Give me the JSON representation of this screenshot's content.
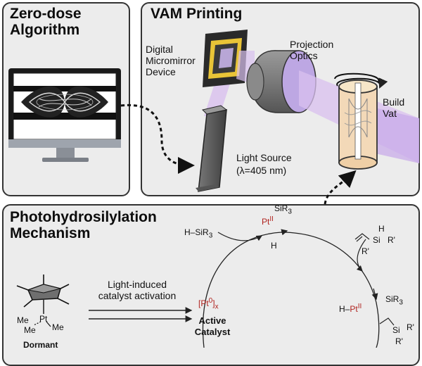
{
  "panels": {
    "algorithm": {
      "title": "Zero-dose\nAlgorithm"
    },
    "vam": {
      "title": "VAM Printing"
    },
    "mechanism": {
      "title": "Photohydrosilylation\nMechanism"
    }
  },
  "vam_labels": {
    "dmd": "Digital\nMicromirror\nDevice",
    "optics": "Projection\nOptics",
    "vat": "Build\nVat",
    "light_source": "Light Source",
    "wavelength": "(λ=405 nm)"
  },
  "mechanism_labels": {
    "activation": "Light-induced\ncatalyst activation",
    "active_catalyst": "Active\nCatalyst",
    "dormant": "Dormant"
  },
  "chemistry": {
    "hsir3": "H–SiR",
    "hsir3_sub": "3",
    "sir3_top": "SiR",
    "sir3_top_sub": "3",
    "pt_top": "Pt",
    "pt_top_sup": "II",
    "h_top": "H",
    "vinyl_h": "H",
    "vinyl_si": "Si",
    "vinyl_r1": "R'",
    "vinyl_r2": "R'",
    "pt0": "[Pt",
    "pt0_sup": "0",
    "pt0_close": "]",
    "pt0_sub": "x",
    "h_pt_right": "H–",
    "pt_right": "Pt",
    "pt_right_sup": "II",
    "sir3_right": "SiR",
    "sir3_right_sub": "3",
    "si_right": "Si",
    "r_right1": "R'",
    "r_right2": "R'",
    "me1": "Me",
    "me2": "Me",
    "me3": "Me",
    "pt_cp": "Pt"
  },
  "colors": {
    "panel_bg": "#ececec",
    "beam": "#c9a2e8",
    "catalyst_red": "#b0231f",
    "vat": "#f3d9b8",
    "dmd_frame": "#f0cc30"
  },
  "icons": [
    "monitor-icon",
    "dmd-icon",
    "lens-icon",
    "light-source-icon",
    "build-vat-icon",
    "rotation-arrow-icon",
    "cp-platinum-complex-icon"
  ]
}
